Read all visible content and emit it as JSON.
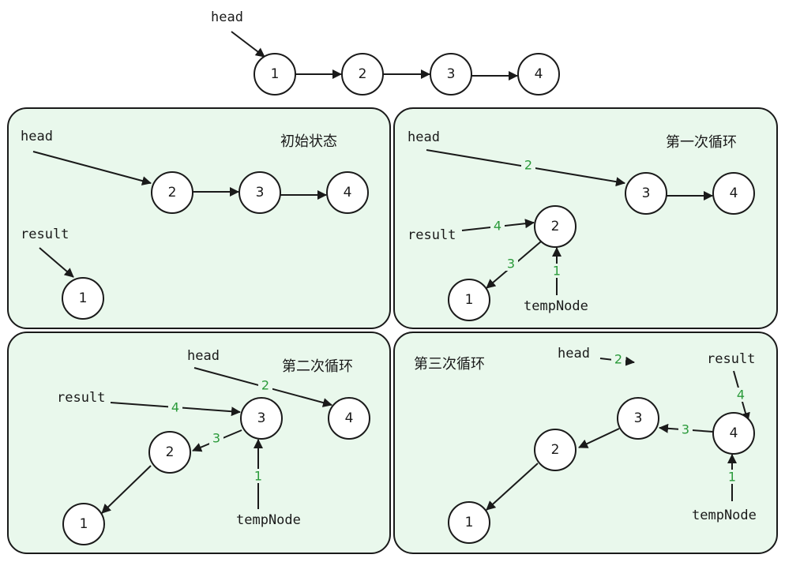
{
  "top": {
    "pointer": "head",
    "nodes": [
      "1",
      "2",
      "3",
      "4"
    ]
  },
  "panels": [
    {
      "title": "初始状态",
      "labels": {
        "head": "head",
        "result": "result"
      },
      "nodes": [
        "2",
        "3",
        "4",
        "1"
      ]
    },
    {
      "title": "第一次循环",
      "labels": {
        "head": "head",
        "result": "result",
        "temp": "tempNode"
      },
      "nodes": [
        "3",
        "4",
        "2",
        "1"
      ],
      "steps": [
        "2",
        "4",
        "3",
        "1"
      ]
    },
    {
      "title": "第二次循环",
      "labels": {
        "head": "head",
        "result": "result",
        "temp": "tempNode"
      },
      "nodes": [
        "3",
        "4",
        "2",
        "1"
      ],
      "steps": [
        "2",
        "4",
        "3",
        "1"
      ]
    },
    {
      "title": "第三次循环",
      "labels": {
        "head": "head",
        "result": "result",
        "temp": "tempNode"
      },
      "nodes": [
        "3",
        "4",
        "2",
        "1"
      ],
      "steps": [
        "2",
        "4",
        "3",
        "1"
      ]
    }
  ],
  "colors": {
    "panel_fill": "#e9f8ec",
    "stroke": "#1a1a1a",
    "step_label": "#2a9a3a"
  }
}
